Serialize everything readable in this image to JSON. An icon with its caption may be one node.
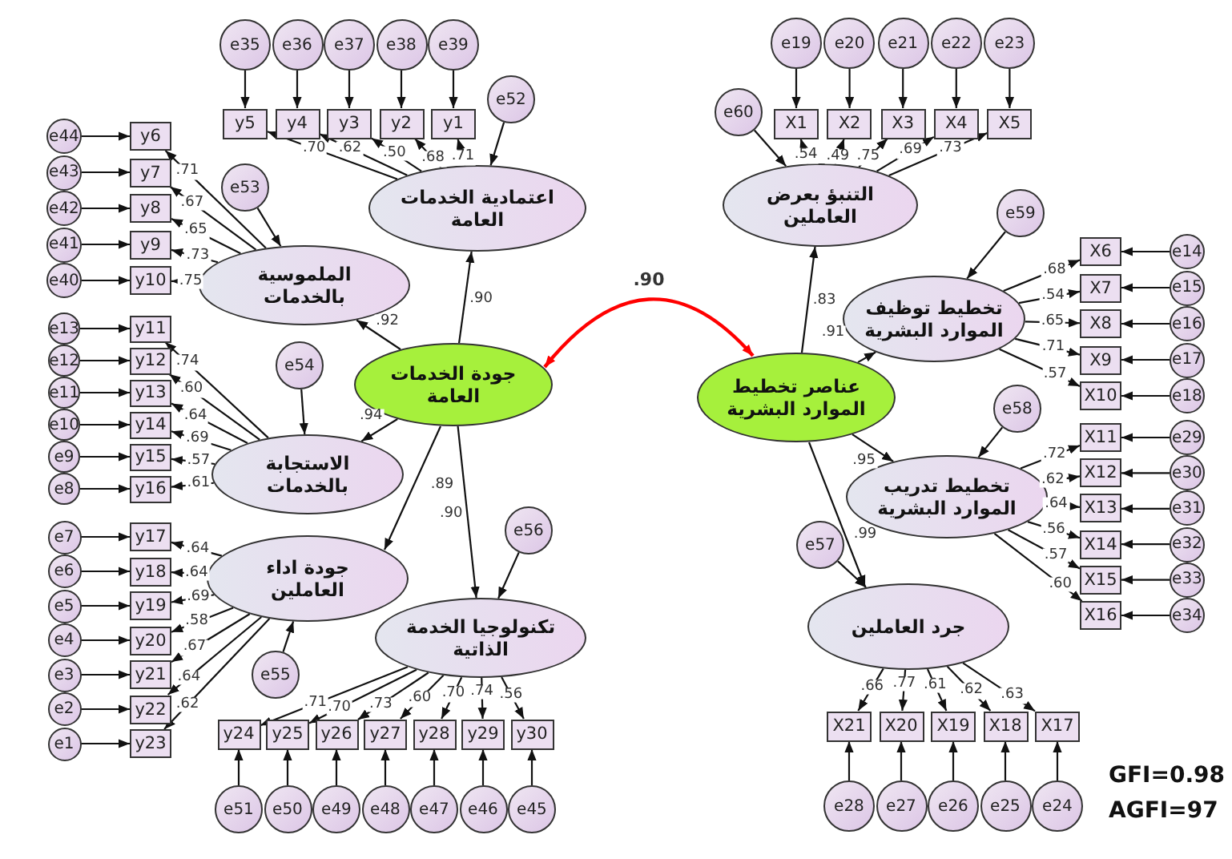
{
  "diagram": {
    "nodes": [
      {
        "text": [
          "جودة الخدمات العامة"
        ]
      },
      {
        "text": [
          "اعتمادية الخدمات العامة"
        ]
      },
      {
        "text": [
          "الملموسية بالخدمات"
        ]
      },
      {
        "text": [
          "الاستجابة بالخدمات"
        ]
      },
      {
        "text": [
          "جودة اداء العاملين"
        ]
      },
      {
        "text": [
          "تكنولوجيا الخدمة الذاتية"
        ]
      },
      {
        "text": [
          "عناصر تخطيط الموارد البشرية"
        ]
      },
      {
        "text": [
          "التنبؤ بعرض العاملين"
        ]
      },
      {
        "text": [
          "تخطيط توظيف الموارد البشرية"
        ]
      },
      {
        "text": [
          "تخطيط تدريب الموارد البشرية"
        ]
      },
      {
        "text": [
          "جرد العاملين"
        ]
      },
      {
        "text": [
          "e52"
        ]
      },
      {
        "text": [
          "e53"
        ]
      },
      {
        "text": [
          "e54"
        ]
      },
      {
        "text": [
          "e55"
        ]
      },
      {
        "text": [
          "e56"
        ]
      },
      {
        "text": [
          "e60"
        ]
      },
      {
        "text": [
          "e59"
        ]
      },
      {
        "text": [
          "e58"
        ]
      },
      {
        "text": [
          "e57"
        ]
      },
      {
        "text": [
          "y5"
        ]
      },
      {
        "text": [
          "y4"
        ]
      },
      {
        "text": [
          "y3"
        ]
      },
      {
        "text": [
          "y2"
        ]
      },
      {
        "text": [
          "y1"
        ]
      },
      {
        "text": [
          "e35"
        ]
      },
      {
        "text": [
          "e36"
        ]
      },
      {
        "text": [
          "e37"
        ]
      },
      {
        "text": [
          "e38"
        ]
      },
      {
        "text": [
          "e39"
        ]
      },
      {
        "text": [
          "y6"
        ]
      },
      {
        "text": [
          "y7"
        ]
      },
      {
        "text": [
          "y8"
        ]
      },
      {
        "text": [
          "y9"
        ]
      },
      {
        "text": [
          "y10"
        ]
      },
      {
        "text": [
          "e44"
        ]
      },
      {
        "text": [
          "e43"
        ]
      },
      {
        "text": [
          "e42"
        ]
      },
      {
        "text": [
          "e41"
        ]
      },
      {
        "text": [
          "e40"
        ]
      },
      {
        "text": [
          "y11"
        ]
      },
      {
        "text": [
          "y12"
        ]
      },
      {
        "text": [
          "y13"
        ]
      },
      {
        "text": [
          "y14"
        ]
      },
      {
        "text": [
          "y15"
        ]
      },
      {
        "text": [
          "y16"
        ]
      },
      {
        "text": [
          "e13"
        ]
      },
      {
        "text": [
          "e12"
        ]
      },
      {
        "text": [
          "e11"
        ]
      },
      {
        "text": [
          "e10"
        ]
      },
      {
        "text": [
          "e9"
        ]
      },
      {
        "text": [
          "e8"
        ]
      },
      {
        "text": [
          "y17"
        ]
      },
      {
        "text": [
          "y18"
        ]
      },
      {
        "text": [
          "y19"
        ]
      },
      {
        "text": [
          "y20"
        ]
      },
      {
        "text": [
          "y21"
        ]
      },
      {
        "text": [
          "y22"
        ]
      },
      {
        "text": [
          "y23"
        ]
      },
      {
        "text": [
          "e7"
        ]
      },
      {
        "text": [
          "e6"
        ]
      },
      {
        "text": [
          "e5"
        ]
      },
      {
        "text": [
          "e4"
        ]
      },
      {
        "text": [
          "e3"
        ]
      },
      {
        "text": [
          "e2"
        ]
      },
      {
        "text": [
          "e1"
        ]
      },
      {
        "text": [
          "y24"
        ]
      },
      {
        "text": [
          "y25"
        ]
      },
      {
        "text": [
          "y26"
        ]
      },
      {
        "text": [
          "y27"
        ]
      },
      {
        "text": [
          "y28"
        ]
      },
      {
        "text": [
          "y29"
        ]
      },
      {
        "text": [
          "y30"
        ]
      },
      {
        "text": [
          "e51"
        ]
      },
      {
        "text": [
          "e50"
        ]
      },
      {
        "text": [
          "e49"
        ]
      },
      {
        "text": [
          "e48"
        ]
      },
      {
        "text": [
          "e47"
        ]
      },
      {
        "text": [
          "e46"
        ]
      },
      {
        "text": [
          "e45"
        ]
      },
      {
        "text": [
          "X1"
        ]
      },
      {
        "text": [
          "X2"
        ]
      },
      {
        "text": [
          "X3"
        ]
      },
      {
        "text": [
          "X4"
        ]
      },
      {
        "text": [
          "X5"
        ]
      },
      {
        "text": [
          "e19"
        ]
      },
      {
        "text": [
          "e20"
        ]
      },
      {
        "text": [
          "e21"
        ]
      },
      {
        "text": [
          "e22"
        ]
      },
      {
        "text": [
          "e23"
        ]
      },
      {
        "text": [
          "X6"
        ]
      },
      {
        "text": [
          "X7"
        ]
      },
      {
        "text": [
          "X8"
        ]
      },
      {
        "text": [
          "X9"
        ]
      },
      {
        "text": [
          "X10"
        ]
      },
      {
        "text": [
          "e14"
        ]
      },
      {
        "text": [
          "e15"
        ]
      },
      {
        "text": [
          "e16"
        ]
      },
      {
        "text": [
          "e17"
        ]
      },
      {
        "text": [
          "e18"
        ]
      },
      {
        "text": [
          "X11"
        ]
      },
      {
        "text": [
          "X12"
        ]
      },
      {
        "text": [
          "X13"
        ]
      },
      {
        "text": [
          "X14"
        ]
      },
      {
        "text": [
          "X15"
        ]
      },
      {
        "text": [
          "X16"
        ]
      },
      {
        "text": [
          "e29"
        ]
      },
      {
        "text": [
          "e30"
        ]
      },
      {
        "text": [
          "e31"
        ]
      },
      {
        "text": [
          "e32"
        ]
      },
      {
        "text": [
          "e33"
        ]
      },
      {
        "text": [
          "e34"
        ]
      },
      {
        "text": [
          "X21"
        ]
      },
      {
        "text": [
          "X20"
        ]
      },
      {
        "text": [
          "X19"
        ]
      },
      {
        "text": [
          "X18"
        ]
      },
      {
        "text": [
          "X17"
        ]
      },
      {
        "text": [
          "e28"
        ]
      },
      {
        "text": [
          "e27"
        ]
      },
      {
        "text": [
          "e26"
        ]
      },
      {
        "text": [
          "e25"
        ]
      },
      {
        "text": [
          "e24"
        ]
      }
    ],
    "edges": [
      {
        "from": 6,
        "to": 0,
        "arrow": "both",
        "label": ".90",
        "color": "#ff0000"
      },
      {
        "from": 0,
        "to": 1,
        "arrow": "to",
        "label": ".90"
      },
      {
        "from": 0,
        "to": 2,
        "arrow": "to",
        "label": ".92"
      },
      {
        "from": 0,
        "to": 3,
        "arrow": "to",
        "label": ".94"
      },
      {
        "from": 0,
        "to": 4,
        "arrow": "to",
        "label": ".89"
      },
      {
        "from": 0,
        "to": 5,
        "arrow": "to",
        "label": ".90"
      },
      {
        "from": 6,
        "to": 7,
        "arrow": "to",
        "label": ".83"
      },
      {
        "from": 6,
        "to": 8,
        "arrow": "to",
        "label": ".91"
      },
      {
        "from": 6,
        "to": 9,
        "arrow": "to",
        "label": ".95"
      },
      {
        "from": 6,
        "to": 10,
        "arrow": "to",
        "label": ".99"
      },
      {
        "from": 11,
        "to": 1,
        "arrow": "to"
      },
      {
        "from": 12,
        "to": 2,
        "arrow": "to"
      },
      {
        "from": 13,
        "to": 3,
        "arrow": "to"
      },
      {
        "from": 14,
        "to": 4,
        "arrow": "to"
      },
      {
        "from": 15,
        "to": 5,
        "arrow": "to"
      },
      {
        "from": 16,
        "to": 7,
        "arrow": "to"
      },
      {
        "from": 17,
        "to": 8,
        "arrow": "to"
      },
      {
        "from": 18,
        "to": 9,
        "arrow": "to"
      },
      {
        "from": 19,
        "to": 10,
        "arrow": "to"
      },
      {
        "from": 1,
        "to": 20,
        "arrow": "to",
        "label": ".70"
      },
      {
        "from": 1,
        "to": 21,
        "arrow": "to",
        "label": ".62"
      },
      {
        "from": 1,
        "to": 22,
        "arrow": "to",
        "label": ".50"
      },
      {
        "from": 1,
        "to": 23,
        "arrow": "to",
        "label": ".68"
      },
      {
        "from": 1,
        "to": 24,
        "arrow": "to",
        "label": ".71"
      },
      {
        "from": 25,
        "to": 20,
        "arrow": "to"
      },
      {
        "from": 26,
        "to": 21,
        "arrow": "to"
      },
      {
        "from": 27,
        "to": 22,
        "arrow": "to"
      },
      {
        "from": 28,
        "to": 23,
        "arrow": "to"
      },
      {
        "from": 29,
        "to": 24,
        "arrow": "to"
      },
      {
        "from": 2,
        "to": 30,
        "arrow": "to",
        "label": ".71"
      },
      {
        "from": 2,
        "to": 31,
        "arrow": "to",
        "label": ".67"
      },
      {
        "from": 2,
        "to": 32,
        "arrow": "to",
        "label": ".65"
      },
      {
        "from": 2,
        "to": 33,
        "arrow": "to",
        "label": ".73"
      },
      {
        "from": 2,
        "to": 34,
        "arrow": "to",
        "label": ".75"
      },
      {
        "from": 35,
        "to": 30,
        "arrow": "to"
      },
      {
        "from": 36,
        "to": 31,
        "arrow": "to"
      },
      {
        "from": 37,
        "to": 32,
        "arrow": "to"
      },
      {
        "from": 38,
        "to": 33,
        "arrow": "to"
      },
      {
        "from": 39,
        "to": 34,
        "arrow": "to"
      },
      {
        "from": 3,
        "to": 40,
        "arrow": "to",
        "label": ".74"
      },
      {
        "from": 3,
        "to": 41,
        "arrow": "to",
        "label": ".60"
      },
      {
        "from": 3,
        "to": 42,
        "arrow": "to",
        "label": ".64"
      },
      {
        "from": 3,
        "to": 43,
        "arrow": "to",
        "label": ".69"
      },
      {
        "from": 3,
        "to": 44,
        "arrow": "to",
        "label": ".57"
      },
      {
        "from": 3,
        "to": 45,
        "arrow": "to",
        "label": ".61"
      },
      {
        "from": 46,
        "to": 40,
        "arrow": "to"
      },
      {
        "from": 47,
        "to": 41,
        "arrow": "to"
      },
      {
        "from": 48,
        "to": 42,
        "arrow": "to"
      },
      {
        "from": 49,
        "to": 43,
        "arrow": "to"
      },
      {
        "from": 50,
        "to": 44,
        "arrow": "to"
      },
      {
        "from": 51,
        "to": 45,
        "arrow": "to"
      },
      {
        "from": 4,
        "to": 52,
        "arrow": "to",
        "label": ".64"
      },
      {
        "from": 4,
        "to": 53,
        "arrow": "to",
        "label": ".64"
      },
      {
        "from": 4,
        "to": 54,
        "arrow": "to",
        "label": ".69"
      },
      {
        "from": 4,
        "to": 55,
        "arrow": "to",
        "label": ".58"
      },
      {
        "from": 4,
        "to": 56,
        "arrow": "to",
        "label": ".67"
      },
      {
        "from": 4,
        "to": 57,
        "arrow": "to",
        "label": ".64"
      },
      {
        "from": 4,
        "to": 58,
        "arrow": "to",
        "label": ".62"
      },
      {
        "from": 59,
        "to": 52,
        "arrow": "to"
      },
      {
        "from": 60,
        "to": 53,
        "arrow": "to"
      },
      {
        "from": 61,
        "to": 54,
        "arrow": "to"
      },
      {
        "from": 62,
        "to": 55,
        "arrow": "to"
      },
      {
        "from": 63,
        "to": 56,
        "arrow": "to"
      },
      {
        "from": 64,
        "to": 57,
        "arrow": "to"
      },
      {
        "from": 65,
        "to": 58,
        "arrow": "to"
      },
      {
        "from": 5,
        "to": 66,
        "arrow": "to",
        "label": ".71"
      },
      {
        "from": 5,
        "to": 67,
        "arrow": "to",
        "label": ".70"
      },
      {
        "from": 5,
        "to": 68,
        "arrow": "to",
        "label": ".73"
      },
      {
        "from": 5,
        "to": 69,
        "arrow": "to",
        "label": ".60"
      },
      {
        "from": 5,
        "to": 70,
        "arrow": "to",
        "label": ".70"
      },
      {
        "from": 5,
        "to": 71,
        "arrow": "to",
        "label": ".74"
      },
      {
        "from": 5,
        "to": 72,
        "arrow": "to",
        "label": ".56"
      },
      {
        "from": 73,
        "to": 66,
        "arrow": "to"
      },
      {
        "from": 74,
        "to": 67,
        "arrow": "to"
      },
      {
        "from": 75,
        "to": 68,
        "arrow": "to"
      },
      {
        "from": 76,
        "to": 69,
        "arrow": "to"
      },
      {
        "from": 77,
        "to": 70,
        "arrow": "to"
      },
      {
        "from": 78,
        "to": 71,
        "arrow": "to"
      },
      {
        "from": 79,
        "to": 72,
        "arrow": "to"
      },
      {
        "from": 7,
        "to": 80,
        "arrow": "to",
        "label": ".54"
      },
      {
        "from": 7,
        "to": 81,
        "arrow": "to",
        "label": ".49"
      },
      {
        "from": 7,
        "to": 82,
        "arrow": "to",
        "label": ".75"
      },
      {
        "from": 7,
        "to": 83,
        "arrow": "to",
        "label": ".69"
      },
      {
        "from": 7,
        "to": 84,
        "arrow": "to",
        "label": ".73"
      },
      {
        "from": 85,
        "to": 80,
        "arrow": "to"
      },
      {
        "from": 86,
        "to": 81,
        "arrow": "to"
      },
      {
        "from": 87,
        "to": 82,
        "arrow": "to"
      },
      {
        "from": 88,
        "to": 83,
        "arrow": "to"
      },
      {
        "from": 89,
        "to": 84,
        "arrow": "to"
      },
      {
        "from": 8,
        "to": 90,
        "arrow": "to",
        "label": ".68"
      },
      {
        "from": 8,
        "to": 91,
        "arrow": "to",
        "label": ".54"
      },
      {
        "from": 8,
        "to": 92,
        "arrow": "to",
        "label": ".65"
      },
      {
        "from": 8,
        "to": 93,
        "arrow": "to",
        "label": ".71"
      },
      {
        "from": 8,
        "to": 94,
        "arrow": "to",
        "label": ".57"
      },
      {
        "from": 95,
        "to": 90,
        "arrow": "to"
      },
      {
        "from": 96,
        "to": 91,
        "arrow": "to"
      },
      {
        "from": 97,
        "to": 92,
        "arrow": "to"
      },
      {
        "from": 98,
        "to": 93,
        "arrow": "to"
      },
      {
        "from": 99,
        "to": 94,
        "arrow": "to"
      },
      {
        "from": 9,
        "to": 100,
        "arrow": "to",
        "label": ".72"
      },
      {
        "from": 9,
        "to": 101,
        "arrow": "to",
        "label": ".62"
      },
      {
        "from": 9,
        "to": 102,
        "arrow": "to",
        "label": ".64"
      },
      {
        "from": 9,
        "to": 103,
        "arrow": "to",
        "label": ".56"
      },
      {
        "from": 9,
        "to": 104,
        "arrow": "to",
        "label": ".57"
      },
      {
        "from": 9,
        "to": 105,
        "arrow": "to",
        "label": ".60"
      },
      {
        "from": 106,
        "to": 100,
        "arrow": "to"
      },
      {
        "from": 107,
        "to": 101,
        "arrow": "to"
      },
      {
        "from": 108,
        "to": 102,
        "arrow": "to"
      },
      {
        "from": 109,
        "to": 103,
        "arrow": "to"
      },
      {
        "from": 110,
        "to": 104,
        "arrow": "to"
      },
      {
        "from": 111,
        "to": 105,
        "arrow": "to"
      },
      {
        "from": 10,
        "to": 112,
        "arrow": "to",
        "label": ".66"
      },
      {
        "from": 10,
        "to": 113,
        "arrow": "to",
        "label": ".77"
      },
      {
        "from": 10,
        "to": 114,
        "arrow": "to",
        "label": ".61"
      },
      {
        "from": 10,
        "to": 115,
        "arrow": "to",
        "label": ".62"
      },
      {
        "from": 10,
        "to": 116,
        "arrow": "to",
        "label": ".63"
      },
      {
        "from": 117,
        "to": 112,
        "arrow": "to"
      },
      {
        "from": 118,
        "to": 113,
        "arrow": "to"
      },
      {
        "from": 119,
        "to": 114,
        "arrow": "to"
      },
      {
        "from": 120,
        "to": 115,
        "arrow": "to"
      },
      {
        "from": 121,
        "to": 116,
        "arrow": "to"
      }
    ],
    "labels": [
      "GFI=0.98",
      "AGFI=97"
    ]
  }
}
